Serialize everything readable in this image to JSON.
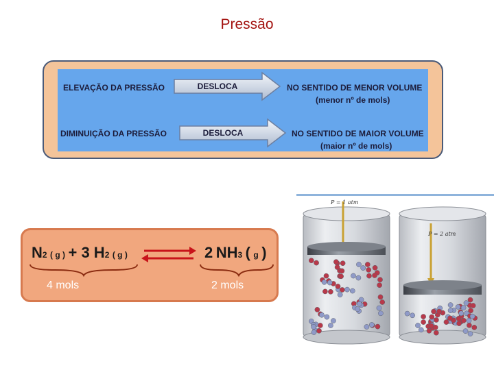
{
  "page": {
    "title": "Pressão"
  },
  "rules": {
    "rows": [
      {
        "condition": "ELEVAÇÃO DA PRESSÃO",
        "arrow_label": "DESLOCA",
        "result_line1": "NO SENTIDO DE MENOR VOLUME",
        "result_line2": "(menor nº de mols)"
      },
      {
        "condition": "DIMINUIÇÃO DA PRESSÃO",
        "arrow_label": "DESLOCA",
        "result_line1": "NO SENTIDO DE MAIOR VOLUME",
        "result_line2": "(maior nº de mols)"
      }
    ]
  },
  "reaction": {
    "n": "N",
    "n_sub": "2",
    "g1": "( g )",
    "plus": "+ 3 H",
    "h_sub": "2",
    "g2": "( g )",
    "coef": "2",
    "nh": "NH",
    "nh_sub": "3",
    "g3_open": "(",
    "g3_g": "g",
    "g3_close": ")",
    "left_mols": "4 mols",
    "right_mols": "2 mols"
  },
  "cylinders": {
    "left_pressure": "P = 1 atm",
    "right_pressure": "P = 2 atm"
  }
}
